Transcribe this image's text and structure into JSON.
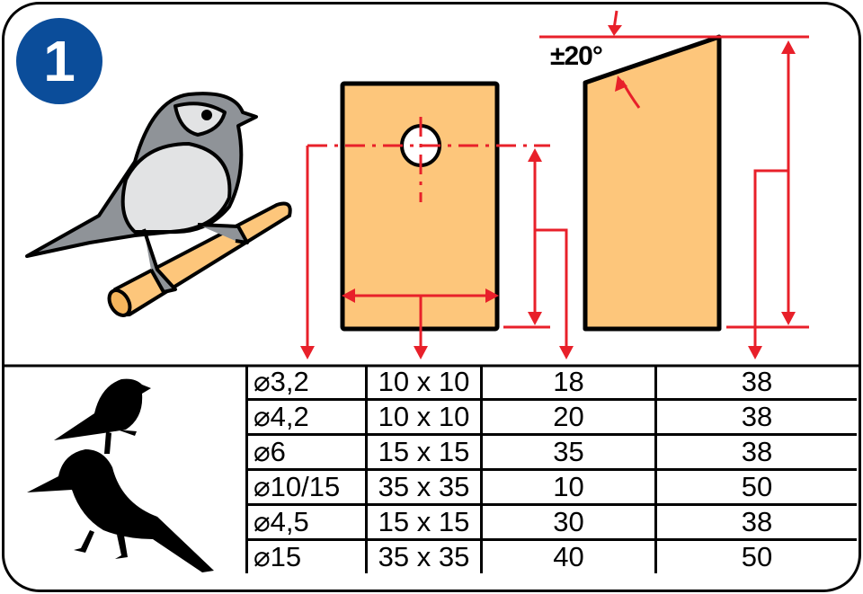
{
  "step_number": "1",
  "angle_label": "±20°",
  "colors": {
    "wood": "#FDC67B",
    "dimension": "#E8202A",
    "badge": "#0B4D9A"
  },
  "table": {
    "rows": [
      [
        "⌀3,2",
        "10 x 10",
        "18",
        "38"
      ],
      [
        "⌀4,2",
        "10 x 10",
        "20",
        "38"
      ],
      [
        "⌀6",
        "15 x 15",
        "35",
        "38"
      ],
      [
        "⌀10/15",
        "35 x 35",
        "10",
        "50"
      ],
      [
        "⌀4,5",
        "15 x 15",
        "30",
        "38"
      ],
      [
        "⌀15",
        "35 x 35",
        "40",
        "50"
      ]
    ]
  }
}
